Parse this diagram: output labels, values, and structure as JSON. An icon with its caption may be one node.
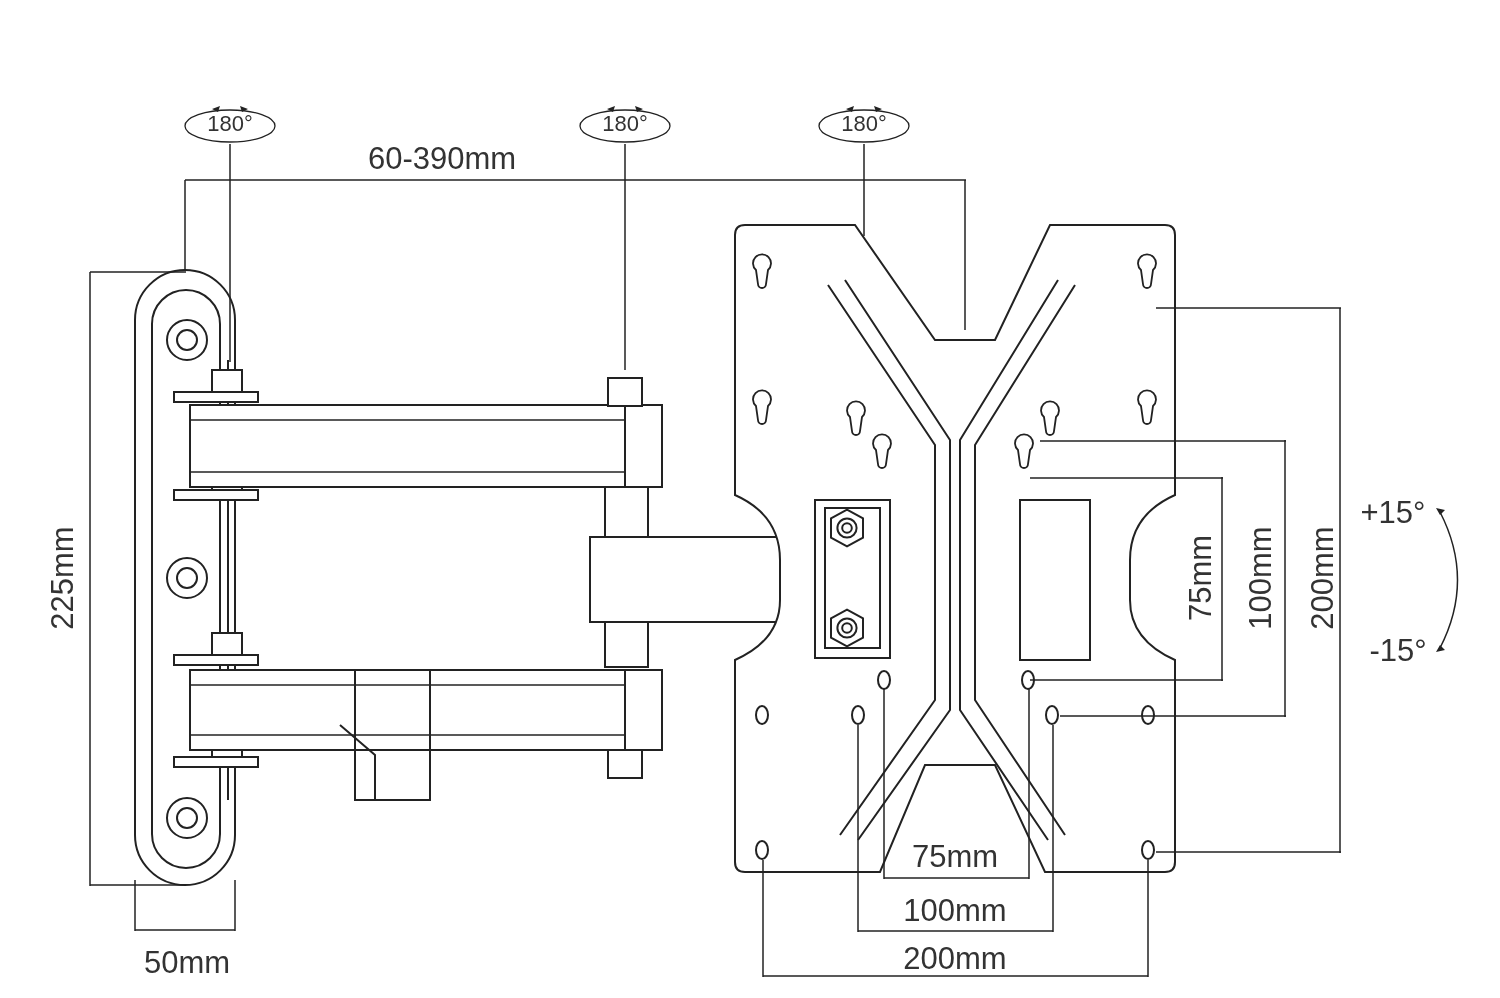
{
  "diagram": {
    "nodes": [
      {
        "text": [
          "180°"
        ]
      },
      {
        "text": [
          "180°"
        ]
      },
      {
        "text": [
          "180°"
        ]
      }
    ],
    "edges": [
      {
        "from": 0,
        "to": null,
        "arrow": "none"
      },
      {
        "from": 1,
        "to": null,
        "arrow": "none"
      },
      {
        "from": 2,
        "to": null,
        "arrow": "none"
      }
    ],
    "labels": [
      "60-390mm",
      "+15°",
      "225mm",
      "75mm",
      "100mm",
      "200mm",
      "-15°",
      "75mm",
      "100mm",
      "50mm",
      "200mm"
    ]
  }
}
